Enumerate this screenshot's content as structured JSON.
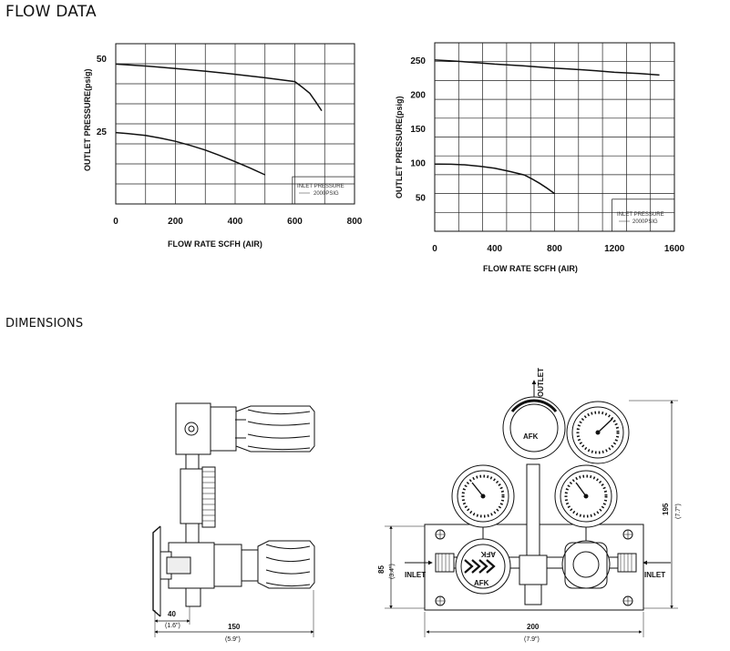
{
  "headings": {
    "flow_data": "FLOW DATA",
    "dimensions": "DIMENSIONS"
  },
  "chart_data": [
    {
      "type": "line",
      "xlabel": "FLOW RATE SCFH (AIR)",
      "ylabel": "OUTLET PRESSURE(psig)",
      "xlim": [
        0,
        800
      ],
      "ylim": [
        0,
        55
      ],
      "x_ticks": [
        "0",
        "200",
        "400",
        "600",
        "800"
      ],
      "y_ticks": [
        {
          "value": 25,
          "label": "25"
        },
        {
          "value": 50,
          "label": "50"
        }
      ],
      "grid": true,
      "legend_title": "INLET PRESSURE",
      "legend_entry": "2000PSIG",
      "legend_position": "bottom-right",
      "series": [
        {
          "x": [
            0,
            200,
            400,
            600,
            650,
            690
          ],
          "y": [
            48,
            46.5,
            44.5,
            42,
            38,
            32
          ]
        },
        {
          "x": [
            0,
            100,
            200,
            300,
            400,
            500
          ],
          "y": [
            24.5,
            23.5,
            21.5,
            18.5,
            14.5,
            10
          ]
        }
      ]
    },
    {
      "type": "line",
      "xlabel": "FLOW RATE SCFH (AIR)",
      "ylabel": "OUTLET PRESSURE(psig)",
      "xlim": [
        0,
        1600
      ],
      "ylim": [
        0,
        275
      ],
      "x_ticks": [
        "0",
        "400",
        "800",
        "1200",
        "1600"
      ],
      "y_ticks": [
        {
          "value": 50,
          "label": "50"
        },
        {
          "value": 100,
          "label": "100"
        },
        {
          "value": 150,
          "label": "150"
        },
        {
          "value": 200,
          "label": "200"
        },
        {
          "value": 250,
          "label": "250"
        }
      ],
      "grid": true,
      "legend_title": "INLET PRESSURE",
      "legend_entry": "2000PSIG",
      "legend_position": "bottom-right",
      "series": [
        {
          "x": [
            0,
            400,
            800,
            1200,
            1500
          ],
          "y": [
            250,
            244,
            238,
            232,
            228
          ]
        },
        {
          "x": [
            0,
            200,
            400,
            600,
            700,
            800
          ],
          "y": [
            98,
            97,
            92,
            82,
            70,
            55
          ]
        }
      ]
    }
  ],
  "drawing": {
    "brand": "AFK",
    "outlet_label": "OUTLET",
    "inlet_left_label": "INLET",
    "inlet_right_label": "INLET",
    "dims": {
      "d40": "40",
      "d40_in": "(1.6\")",
      "d150": "150",
      "d150_in": "(5.9\")",
      "d200": "200",
      "d200_in": "(7.9\")",
      "d85": "85",
      "d85_in": "(3.4\")",
      "d195": "195",
      "d195_in": "(7.7\")"
    }
  }
}
